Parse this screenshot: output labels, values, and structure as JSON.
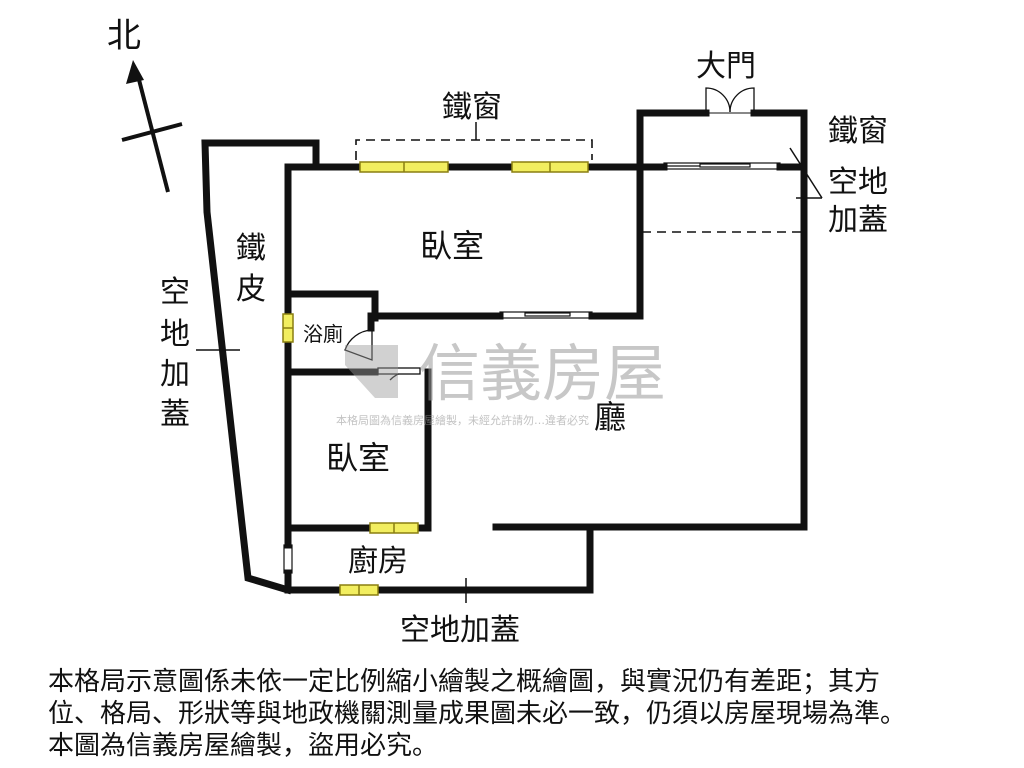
{
  "compass": {
    "label": "北"
  },
  "rooms": {
    "bedroom_top": "臥室",
    "bedroom_bottom": "臥室",
    "bathroom": "浴廁",
    "living_room": "廳",
    "kitchen": "廚房"
  },
  "annotations": {
    "main_door": "大門",
    "iron_window_top": "鐵窗",
    "iron_window_right": "鐵窗",
    "iron_sheet_1": "鐵",
    "iron_sheet_2": "皮",
    "open_addition_right_1": "空地",
    "open_addition_right_2": "加蓋",
    "open_addition_left_1": "空",
    "open_addition_left_2": "地",
    "open_addition_left_3": "加",
    "open_addition_left_4": "蓋",
    "open_addition_bottom": "空地加蓋"
  },
  "watermark": {
    "brand": "信義房屋",
    "notice": "本格局圖為信義房屋繪製，未經允許請勿…違者必究"
  },
  "disclaimer": {
    "line1": "本格局示意圖係未依一定比例縮小繪製之概繪圖，與實況仍有差距；其方",
    "line2": "位、格局、形狀等與地政機關測量成果圖未必一致，仍須以房屋現場為準。",
    "line3": "本圖為信義房屋繪製，盜用必究。"
  },
  "colors": {
    "wall": "#111111",
    "window_fill": "#f2ee60",
    "window_stroke": "#8a7f10",
    "watermark": "#9a9a9a"
  }
}
